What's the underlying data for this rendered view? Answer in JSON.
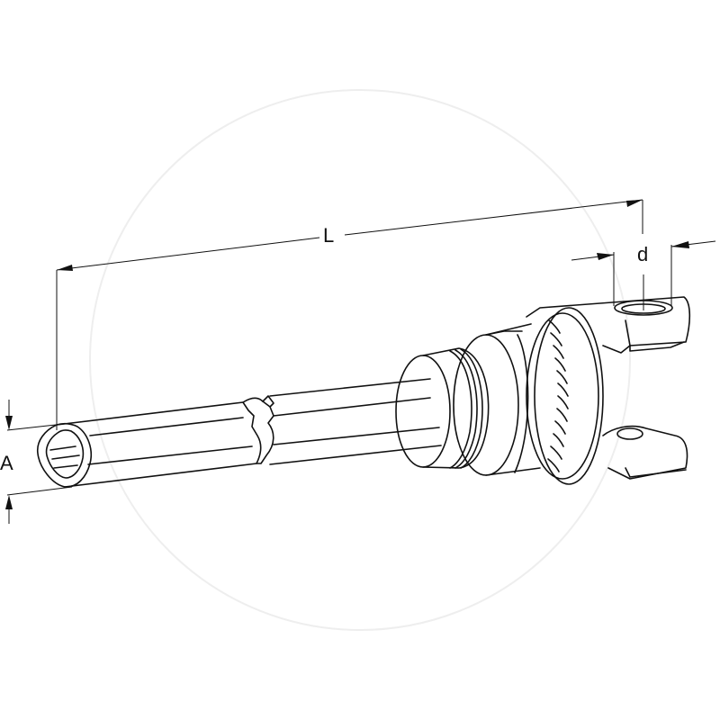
{
  "diagram": {
    "subject": "PTO drive shaft half with yoke",
    "labels": {
      "length": "L",
      "bore_diameter": "d",
      "profile_size": "A"
    }
  }
}
